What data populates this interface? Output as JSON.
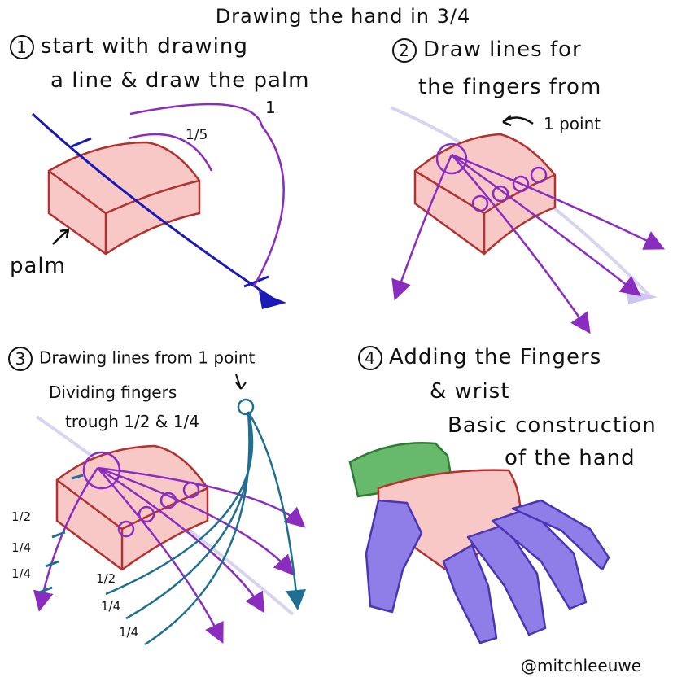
{
  "title": "Drawing the hand in 3/4",
  "steps": [
    {
      "number": "1",
      "line1": "start with drawing",
      "line2": "a line & draw the palm"
    },
    {
      "number": "2",
      "line1": "Draw lines for",
      "line2": "the fingers from",
      "line3": "1 point"
    },
    {
      "number": "3",
      "line1": "Drawing lines from 1 point",
      "line2": "Dividing fingers",
      "line3": "trough 1/2 & 1/4"
    },
    {
      "number": "4",
      "line1": "Adding the Fingers",
      "line2": "& wrist",
      "line3": "Basic construction",
      "line4": "of the hand"
    }
  ],
  "labels": {
    "palm": "palm",
    "one": "1",
    "one_fifth": "1/5",
    "half": "1/2",
    "quarter": "1/4"
  },
  "credit": "@mitchleeuwe",
  "colors": {
    "palm_fill": "#f7c8c6",
    "palm_stroke": "#b3322f",
    "guide_blue": "#1a1ab8",
    "purple": "#8a2cc0",
    "teal": "#1f6f93",
    "finger_fill": "#8f7ee8",
    "wrist_fill": "#67b96b"
  }
}
